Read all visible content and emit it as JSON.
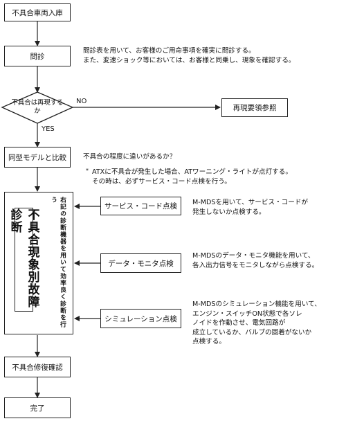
{
  "steps": {
    "receive": "不具合車両入庫",
    "interview": "問診",
    "decision": "不具合は再現するか",
    "reproduce_ref": "再現要領参照",
    "compare": "同型モデルと比較",
    "repair_confirm": "不具合修復確認",
    "done": "完了"
  },
  "labels": {
    "no": "NO",
    "yes": "YES"
  },
  "notes": {
    "interview": [
      "問診表を用いて、お客様のご用命事項を確実に問診する。",
      "また、変速ショック等においては、お客様と同乗し、現象を確認する。"
    ],
    "compare": "不具合の程度に違いがあるか？",
    "asterisk_mark": "*",
    "asterisk": [
      "ATXに不具合が発生した場合、ATワーニング・ライトが点灯する。",
      "その時は、必ずサービス・コード点検を行う。"
    ]
  },
  "diagnosis": {
    "title": "不具合現象別故障診断",
    "side_text": "右記の診断機器を用いて効率良く診断を行う",
    "checks": [
      {
        "label": "サービス・コード点検",
        "desc": [
          "M-MDSを用いて、サービス・コードが",
          "発生しないか点検する。"
        ]
      },
      {
        "label": "データ・モニタ点検",
        "desc": [
          "M-MDSのデータ・モニタ機能を用いて、",
          "各入出力信号をモニタしながら点検する。"
        ]
      },
      {
        "label": "シミュレーション点検",
        "desc": [
          "M-MDSのシミュレーション機能を用いて、",
          "エンジン・スイッチON状態で各ソレ",
          "ノイドを作動させ、電気回路が",
          "成立しているか、バルブの固着がないか",
          "点検する。"
        ]
      }
    ]
  }
}
